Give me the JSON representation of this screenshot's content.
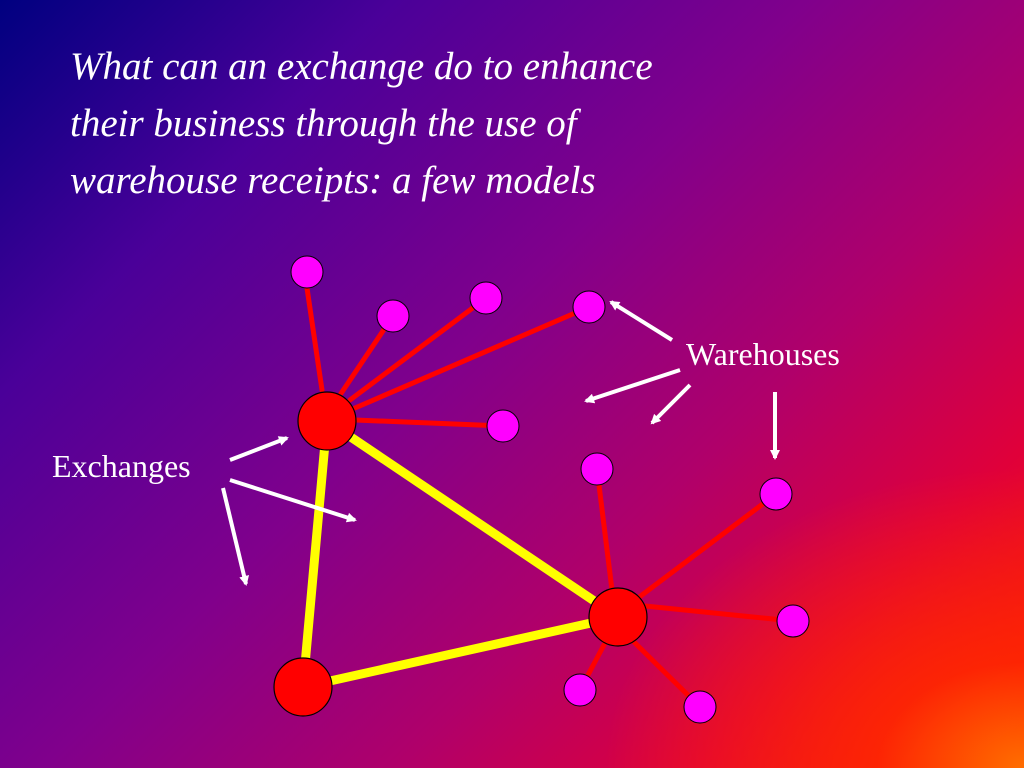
{
  "title_lines": [
    "What can an exchange do to enhance",
    "their business through the use of",
    "warehouse receipts: a few models"
  ],
  "labels": {
    "warehouses": "Warehouses",
    "exchanges": "Exchanges"
  },
  "colors": {
    "exchange_node": "#ff0000",
    "warehouse_node": "#ff00ff",
    "exchange_link": "#ffff00",
    "warehouse_link": "#ff0000",
    "arrow": "#ffffff"
  }
}
